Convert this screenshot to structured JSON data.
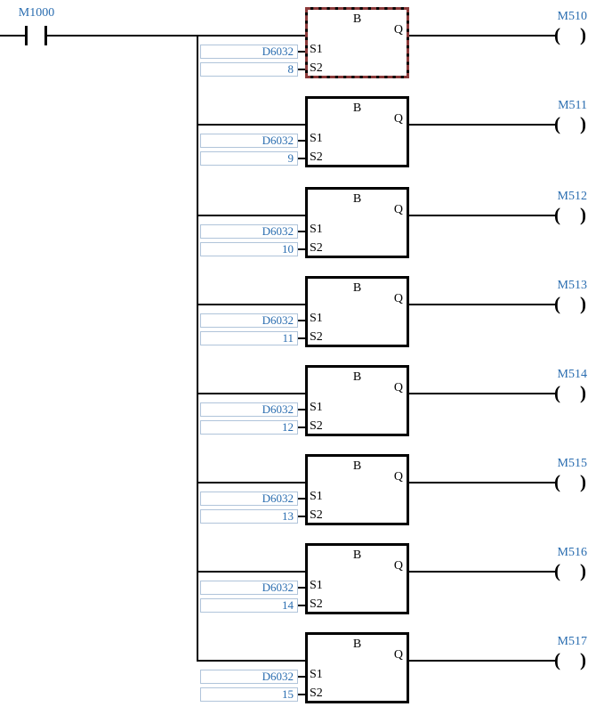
{
  "diagram": {
    "contact": {
      "label": "M1000",
      "type": "normally-open"
    },
    "coil_glyph": {
      "left": "(",
      "right": ")"
    },
    "rungs": [
      {
        "block_label": "B",
        "output_label": "Q",
        "input1_label": "S1",
        "input2_label": "S2",
        "s1_operand": "D6032",
        "s2_operand": "8",
        "coil": "M510",
        "selected": true
      },
      {
        "block_label": "B",
        "output_label": "Q",
        "input1_label": "S1",
        "input2_label": "S2",
        "s1_operand": "D6032",
        "s2_operand": "9",
        "coil": "M511",
        "selected": false
      },
      {
        "block_label": "B",
        "output_label": "Q",
        "input1_label": "S1",
        "input2_label": "S2",
        "s1_operand": "D6032",
        "s2_operand": "10",
        "coil": "M512",
        "selected": false
      },
      {
        "block_label": "B",
        "output_label": "Q",
        "input1_label": "S1",
        "input2_label": "S2",
        "s1_operand": "D6032",
        "s2_operand": "11",
        "coil": "M513",
        "selected": false
      },
      {
        "block_label": "B",
        "output_label": "Q",
        "input1_label": "S1",
        "input2_label": "S2",
        "s1_operand": "D6032",
        "s2_operand": "12",
        "coil": "M514",
        "selected": false
      },
      {
        "block_label": "B",
        "output_label": "Q",
        "input1_label": "S1",
        "input2_label": "S2",
        "s1_operand": "D6032",
        "s2_operand": "13",
        "coil": "M515",
        "selected": false
      },
      {
        "block_label": "B",
        "output_label": "Q",
        "input1_label": "S1",
        "input2_label": "S2",
        "s1_operand": "D6032",
        "s2_operand": "14",
        "coil": "M516",
        "selected": false
      },
      {
        "block_label": "B",
        "output_label": "Q",
        "input1_label": "S1",
        "input2_label": "S2",
        "s1_operand": "D6032",
        "s2_operand": "15",
        "coil": "M517",
        "selected": false
      }
    ],
    "colors": {
      "operand_text": "#2a6db0",
      "wire": "#000000",
      "operand_box_border": "#b0c4da",
      "selection_dash": "#8b3a3a",
      "background": "#ffffff"
    }
  }
}
